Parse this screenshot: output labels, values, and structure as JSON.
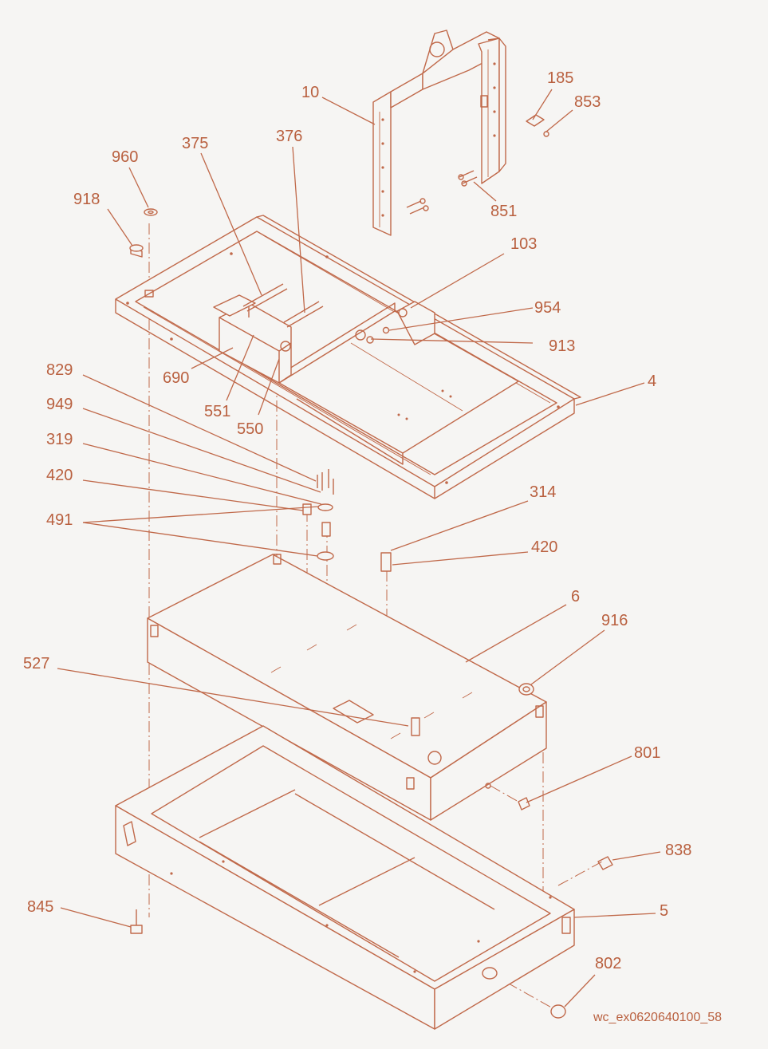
{
  "drawing_id": "wc_ex0620640100_58",
  "colors": {
    "line": "#c0694a",
    "text": "#b9603f",
    "background": "#f6f5f3"
  },
  "callouts": [
    {
      "id": "c10",
      "label": "10"
    },
    {
      "id": "c185",
      "label": "185"
    },
    {
      "id": "c853",
      "label": "853"
    },
    {
      "id": "c851",
      "label": "851"
    },
    {
      "id": "c960",
      "label": "960"
    },
    {
      "id": "c918",
      "label": "918"
    },
    {
      "id": "c375",
      "label": "375"
    },
    {
      "id": "c376",
      "label": "376"
    },
    {
      "id": "c103",
      "label": "103"
    },
    {
      "id": "c954",
      "label": "954"
    },
    {
      "id": "c913",
      "label": "913"
    },
    {
      "id": "c690",
      "label": "690"
    },
    {
      "id": "c551",
      "label": "551"
    },
    {
      "id": "c550",
      "label": "550"
    },
    {
      "id": "c4",
      "label": "4"
    },
    {
      "id": "c829",
      "label": "829"
    },
    {
      "id": "c949",
      "label": "949"
    },
    {
      "id": "c319",
      "label": "319"
    },
    {
      "id": "c420a",
      "label": "420"
    },
    {
      "id": "c491",
      "label": "491"
    },
    {
      "id": "c314",
      "label": "314"
    },
    {
      "id": "c420b",
      "label": "420"
    },
    {
      "id": "c6",
      "label": "6"
    },
    {
      "id": "c916",
      "label": "916"
    },
    {
      "id": "c527",
      "label": "527"
    },
    {
      "id": "c801",
      "label": "801"
    },
    {
      "id": "c838",
      "label": "838"
    },
    {
      "id": "c845",
      "label": "845"
    },
    {
      "id": "c5",
      "label": "5"
    },
    {
      "id": "c802",
      "label": "802"
    }
  ]
}
